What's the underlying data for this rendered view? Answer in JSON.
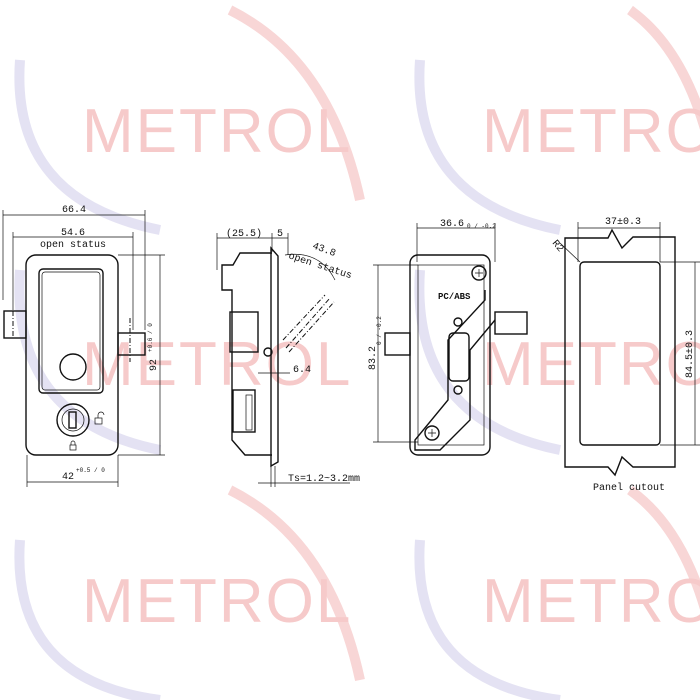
{
  "watermark": {
    "brand": "METROL",
    "color": "#f6caca",
    "arc_left_color": "#dcdaf0",
    "arc_right_color": "#f6cccc"
  },
  "front_view": {
    "overall_width": "66.4",
    "open_width": "54.6",
    "open_label": "open status",
    "height": "92",
    "height_tol": "+0.6 / 0",
    "cutout_width": "42",
    "cutout_tol": "+0.5 / 0"
  },
  "side_view": {
    "depth": "(25.5)",
    "flange": "5",
    "open_angle": "43.8",
    "open_label": "open status",
    "offset": "6.4",
    "panel_thickness": "Ts=1.2~3.2mm"
  },
  "rear_view": {
    "width": "36.6",
    "width_tol": "0 / -0.2",
    "height": "83.2",
    "height_tol": "0 / -0.2",
    "material": "PC/ABS"
  },
  "panel_cutout": {
    "width": "37±0.3",
    "height": "84.5±0.3",
    "radius": "R2",
    "label": "Panel cutout"
  }
}
